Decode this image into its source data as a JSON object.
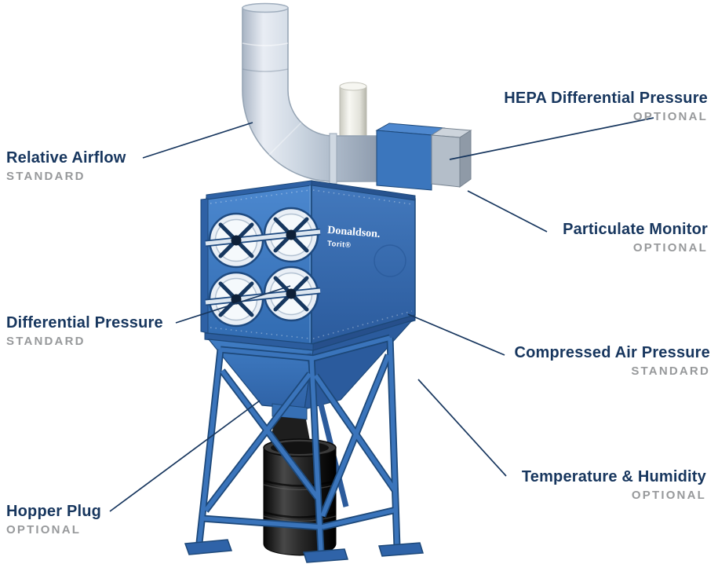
{
  "diagram": {
    "machine": {
      "brand": "Donaldson.",
      "brand_sub": "Torit®"
    },
    "callouts": [
      {
        "id": "relative-airflow",
        "label": "Relative Airflow",
        "tag": "STANDARD",
        "side": "left"
      },
      {
        "id": "hepa-differential-pressure",
        "label": "HEPA Differential Pressure",
        "tag": "OPTIONAL",
        "side": "right"
      },
      {
        "id": "particulate-monitor",
        "label": "Particulate Monitor",
        "tag": "OPTIONAL",
        "side": "right"
      },
      {
        "id": "differential-pressure",
        "label": "Differential Pressure",
        "tag": "STANDARD",
        "side": "left"
      },
      {
        "id": "compressed-air-pressure",
        "label": "Compressed Air Pressure",
        "tag": "STANDARD",
        "side": "right"
      },
      {
        "id": "temperature-humidity",
        "label": "Temperature & Humidity",
        "tag": "OPTIONAL",
        "side": "right"
      },
      {
        "id": "hopper-plug",
        "label": "Hopper Plug",
        "tag": "OPTIONAL",
        "side": "left"
      }
    ],
    "colors": {
      "callout_label": "#17365e",
      "callout_tag": "#97999b",
      "leader_line": "#17365e",
      "machine_blue": "#3b76bd",
      "machine_blue_dark": "#1d4879",
      "duct_silver": "#c6d0dc",
      "hepa_gray": "#b4bec9",
      "drum_black": "#141414"
    }
  }
}
